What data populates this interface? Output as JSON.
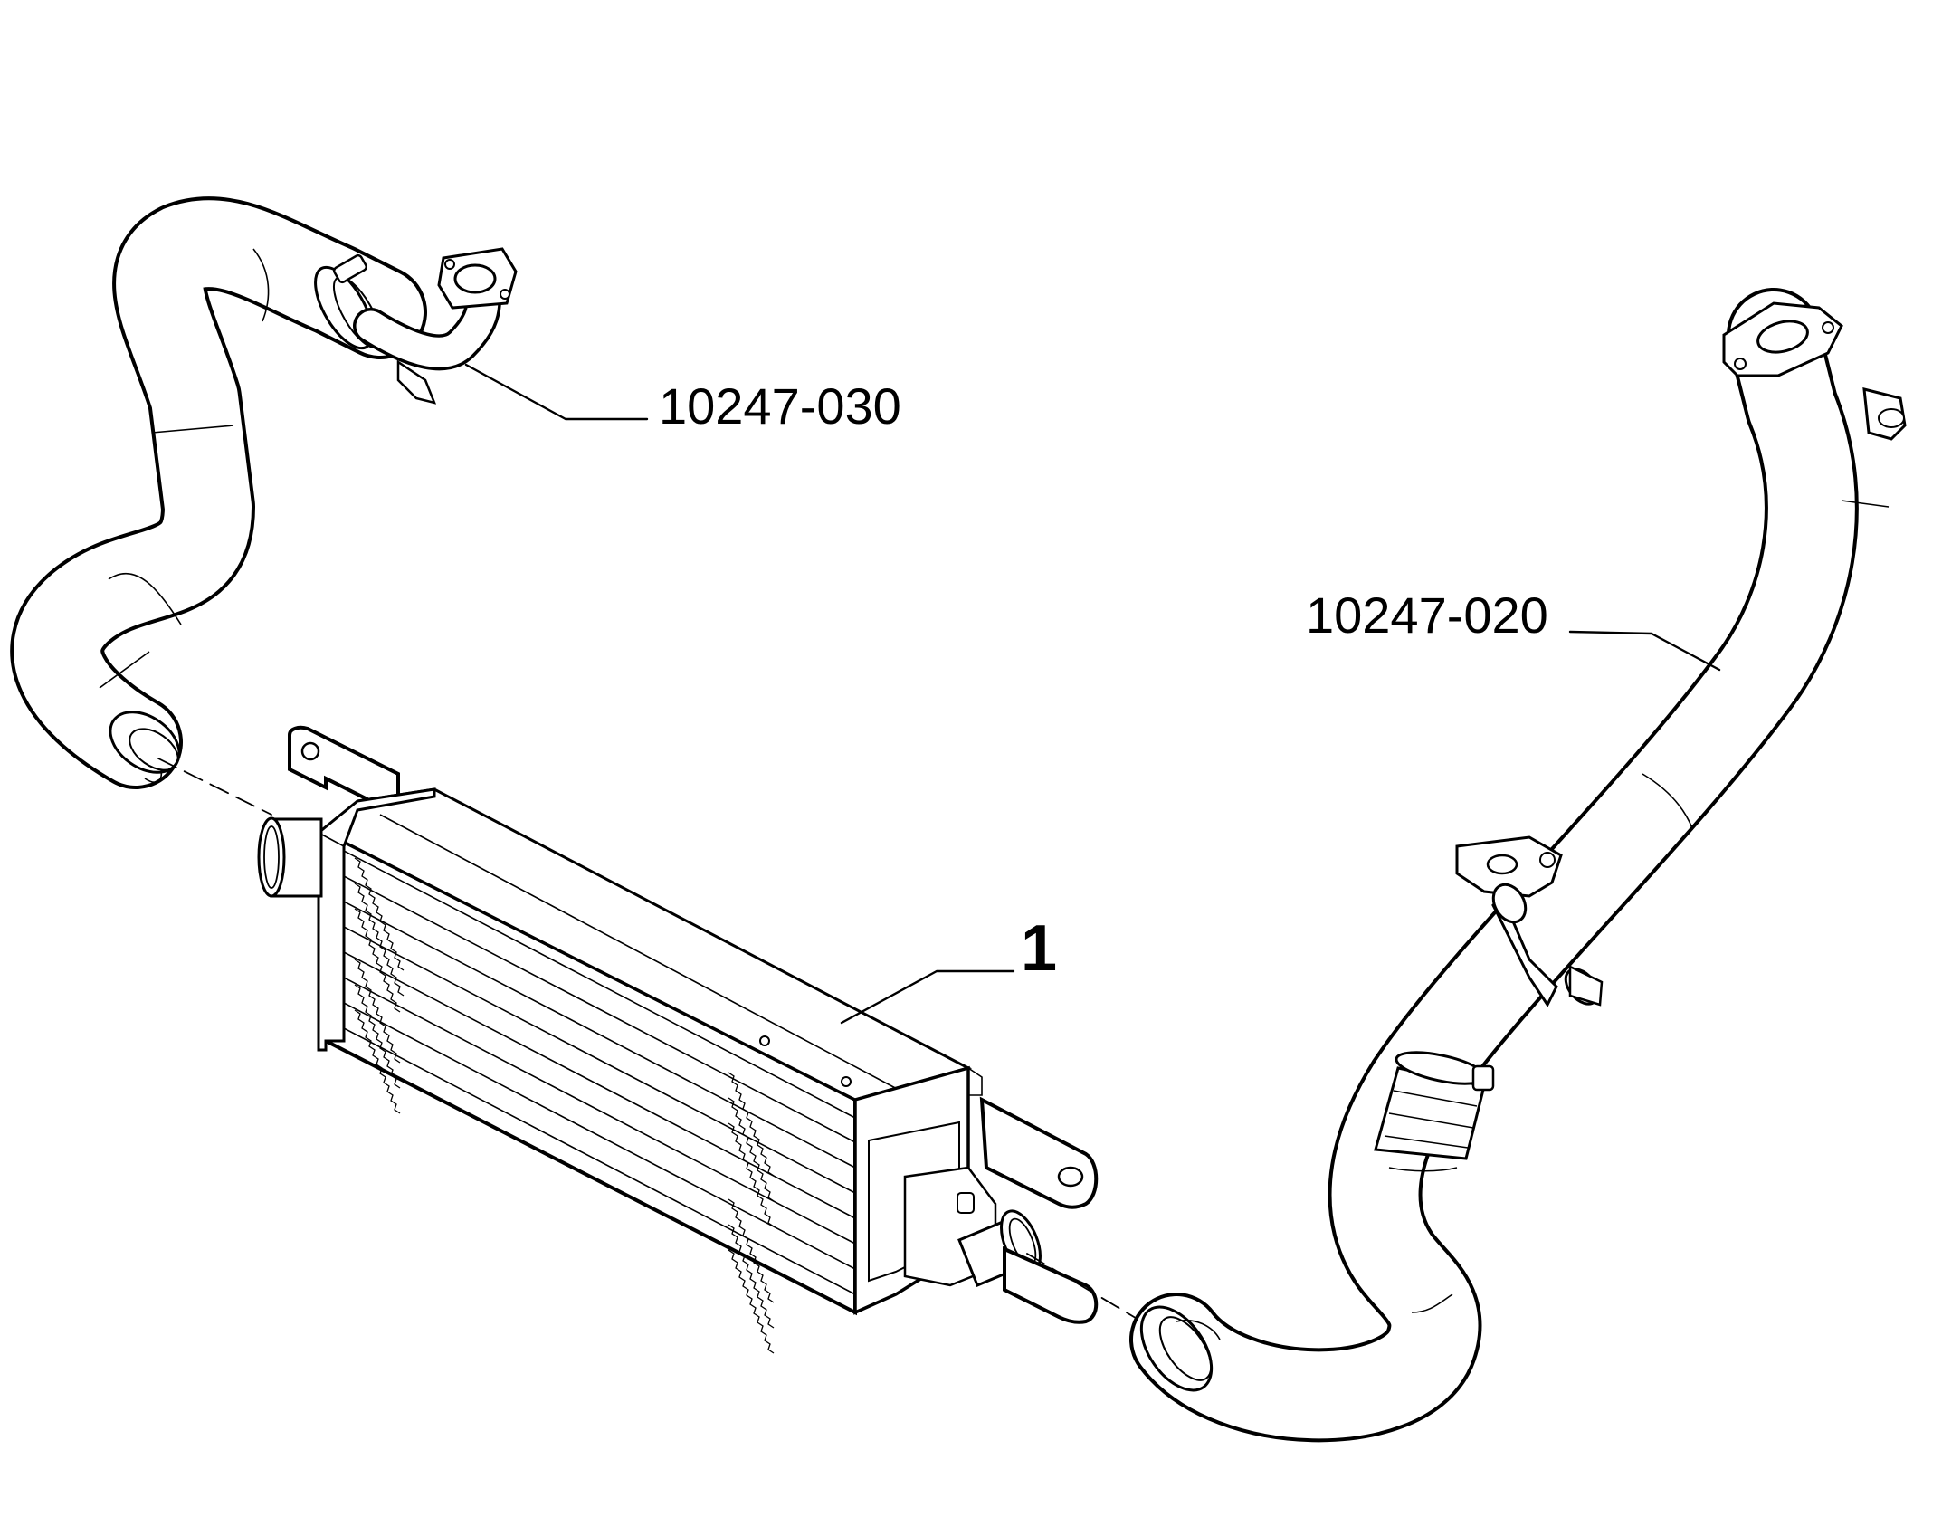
{
  "labels": {
    "hose_upper_left": "10247-030",
    "hose_right": "10247-020",
    "intercooler": "1"
  },
  "colors": {
    "ink": "#000000",
    "background": "#ffffff"
  }
}
